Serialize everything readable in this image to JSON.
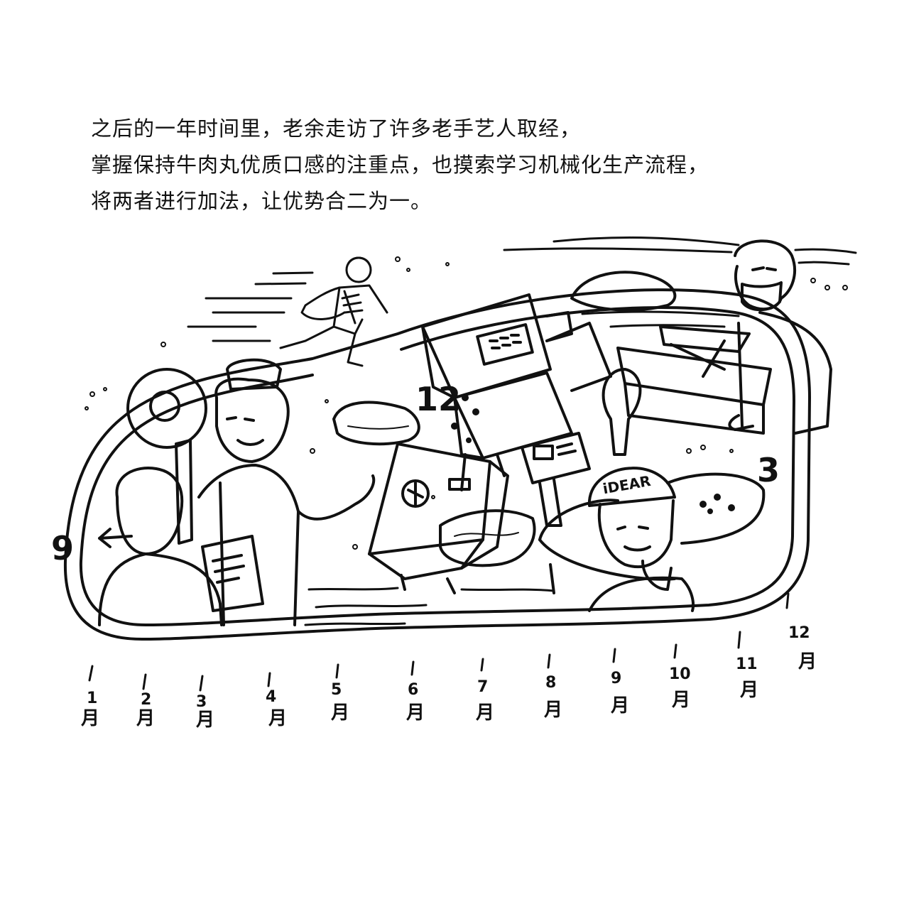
{
  "caption": {
    "lines": [
      "之后的一年时间里，老余走访了许多老手艺人取经，",
      "掌握保持牛肉丸优质口感的注重点，也摸索学习机械化生产流程，",
      "将两者进行加法，让优势合二为一。"
    ]
  },
  "illustration": {
    "clock_numbers": {
      "twelve": "12",
      "three": "3",
      "nine": "9"
    },
    "helmet_text": "iDEAR",
    "months": [
      {
        "num": "1",
        "unit": "月"
      },
      {
        "num": "2",
        "unit": "月"
      },
      {
        "num": "3",
        "unit": "月"
      },
      {
        "num": "4",
        "unit": "月"
      },
      {
        "num": "5",
        "unit": "月"
      },
      {
        "num": "6",
        "unit": "月"
      },
      {
        "num": "7",
        "unit": "月"
      },
      {
        "num": "8",
        "unit": "月"
      },
      {
        "num": "9",
        "unit": "月"
      },
      {
        "num": "10",
        "unit": "月"
      },
      {
        "num": "11",
        "unit": "月"
      },
      {
        "num": "12",
        "unit": "月"
      }
    ]
  }
}
